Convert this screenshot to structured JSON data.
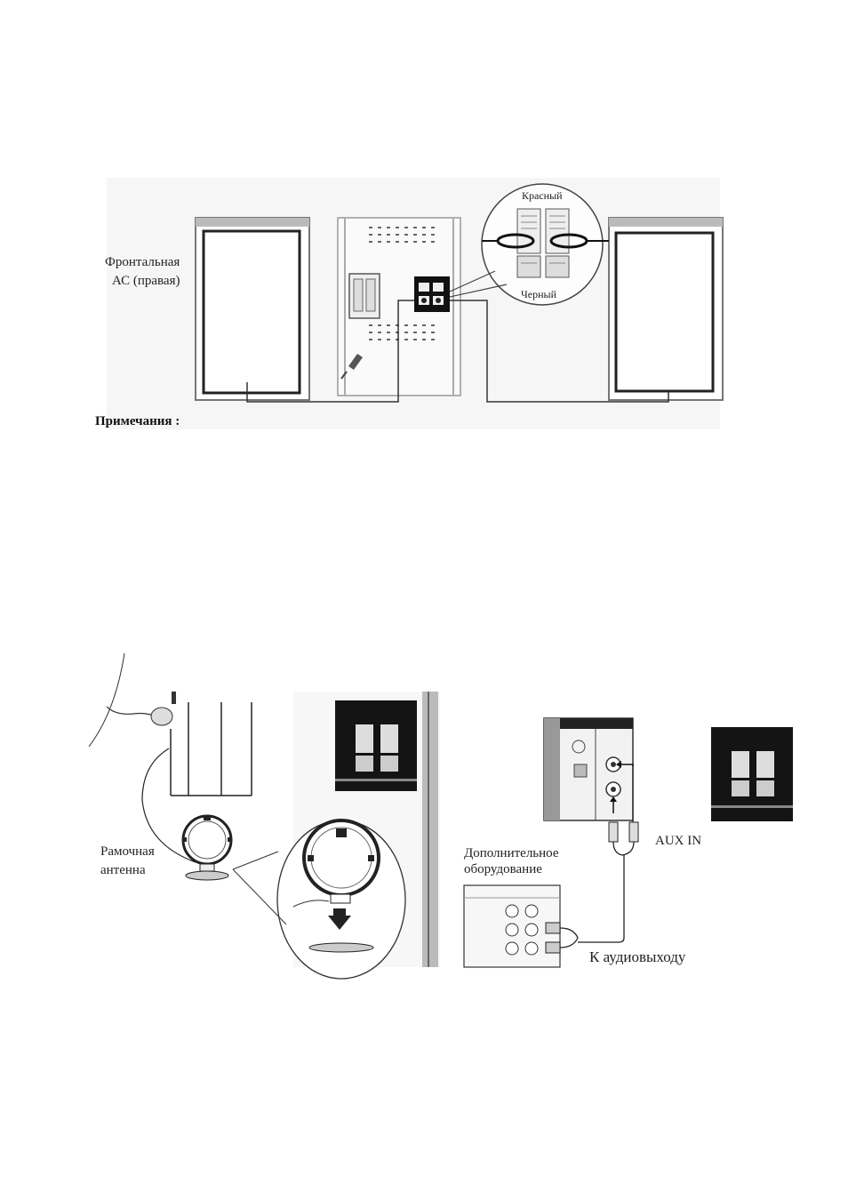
{
  "speaker_figure": {
    "front_speaker_label_line1": "Фронтальная",
    "front_speaker_label_line2": "АС (правая)",
    "red_label": "Красный",
    "black_label": "Черный"
  },
  "notes_heading": "Примечания :",
  "antenna_figure": {
    "loop_antenna_line1": "Рамочная",
    "loop_antenna_line2": "антенна"
  },
  "aux_figure": {
    "aux_in_label": "AUX IN",
    "external_equipment_line1": "Дополнительное",
    "external_equipment_line2": "оборудование",
    "audio_out_label": "К аудиовыходу"
  }
}
